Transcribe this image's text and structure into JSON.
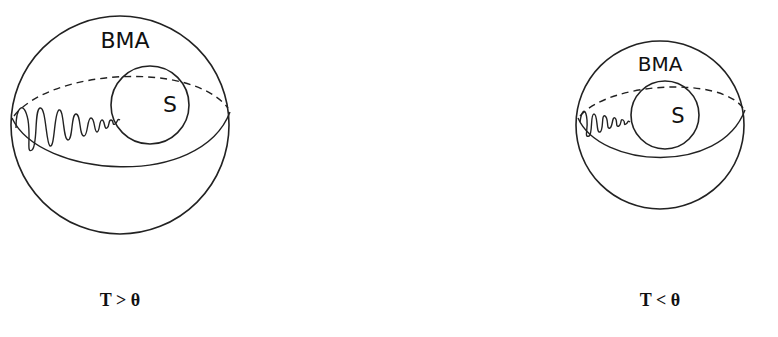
{
  "diagram": {
    "nodes": [
      {
        "text": [
          "BMA"
        ]
      },
      {
        "text": [
          "S"
        ],
        "in": 0
      },
      {
        "text": [
          "BMA"
        ]
      },
      {
        "text": [
          "S"
        ],
        "in": 2
      }
    ],
    "labels": [
      "T > θ",
      "T < θ"
    ]
  }
}
